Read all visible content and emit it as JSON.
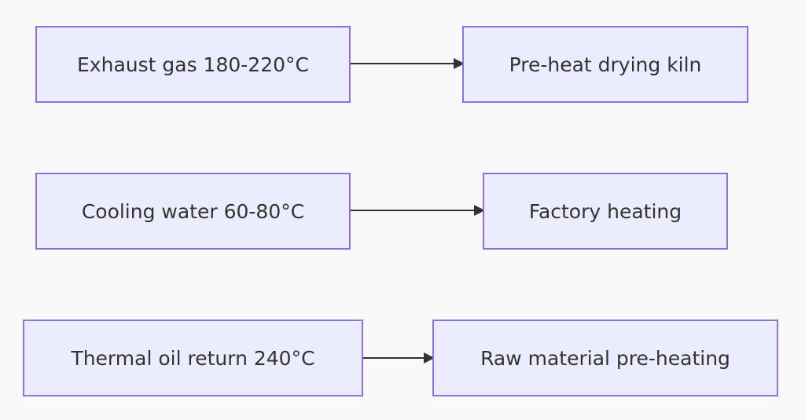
{
  "flows": [
    {
      "source": "Exhaust gas 180-220°C",
      "target": "Pre-heat drying kiln"
    },
    {
      "source": "Cooling water 60-80°C",
      "target": "Factory heating"
    },
    {
      "source": "Thermal oil return 240°C",
      "target": "Raw material pre-heating"
    }
  ],
  "colors": {
    "background": "#f9f9fa",
    "node_fill": "#ececff",
    "node_border": "#9370db",
    "text": "#333333",
    "edge": "#333333"
  }
}
